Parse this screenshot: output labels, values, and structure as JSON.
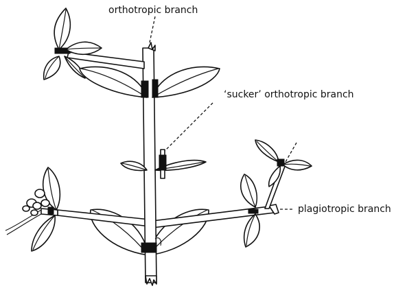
{
  "labels": {
    "orthotropic": "orthotropic branch",
    "sucker": "‘sucker’ orthotropic branch",
    "plagiotropic": "plagiotropic branch"
  },
  "colors": {
    "ink": "#111111",
    "background": "#ffffff"
  }
}
